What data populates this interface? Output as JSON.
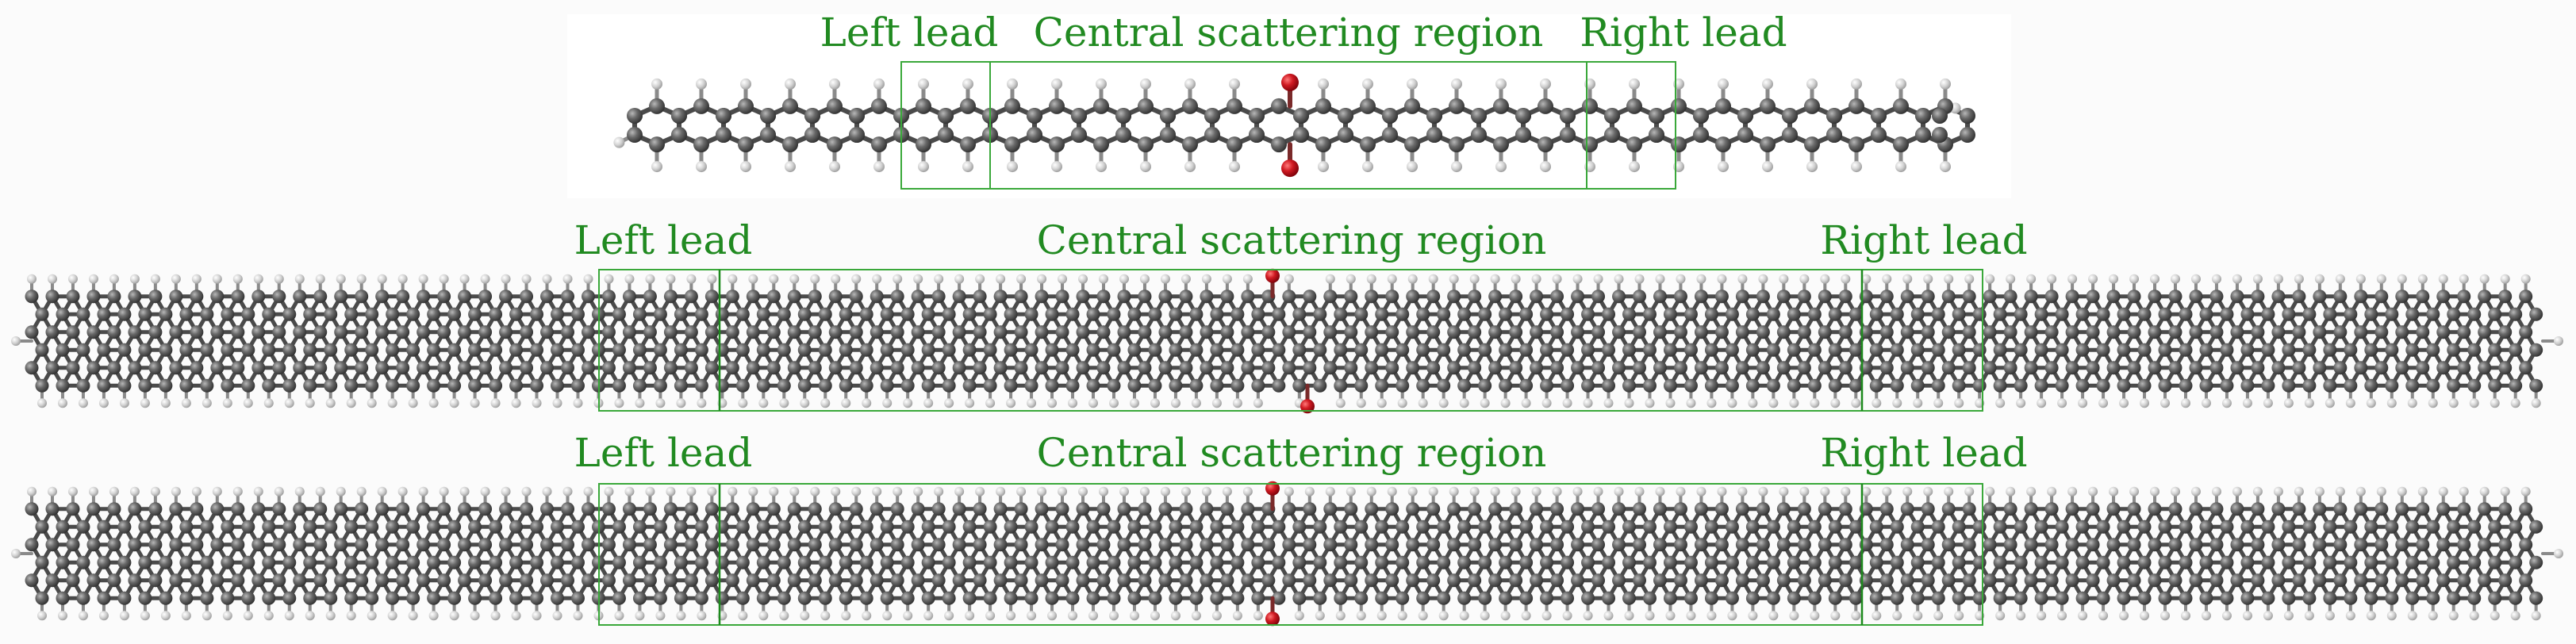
{
  "panels": [
    {
      "id": "top",
      "labels": {
        "left": "Left lead",
        "center": "Central scattering region",
        "right": "Right lead"
      },
      "molecule": "armchair graphene nanoribbon, narrow",
      "functional_group": "two oxygen atoms, one above and one below ribbon"
    },
    {
      "id": "middle",
      "labels": {
        "left": "Left lead",
        "center": "Central scattering region",
        "right": "Right lead"
      },
      "molecule": "zigzag-edged graphene nanoribbon, wide",
      "functional_group": "two oxygen atoms, offset diagonally"
    },
    {
      "id": "bottom",
      "labels": {
        "left": "Left lead",
        "center": "Central scattering region",
        "right": "Right lead"
      },
      "molecule": "zigzag-edged graphene nanoribbon, wide",
      "functional_group": "two oxygen atoms, vertically aligned"
    }
  ],
  "colors": {
    "label_text": "#218a21",
    "region_box": "#3aa83a",
    "carbon": "#5a5a5a",
    "hydrogen": "#d6d6d6",
    "oxygen": "#c0141a"
  }
}
